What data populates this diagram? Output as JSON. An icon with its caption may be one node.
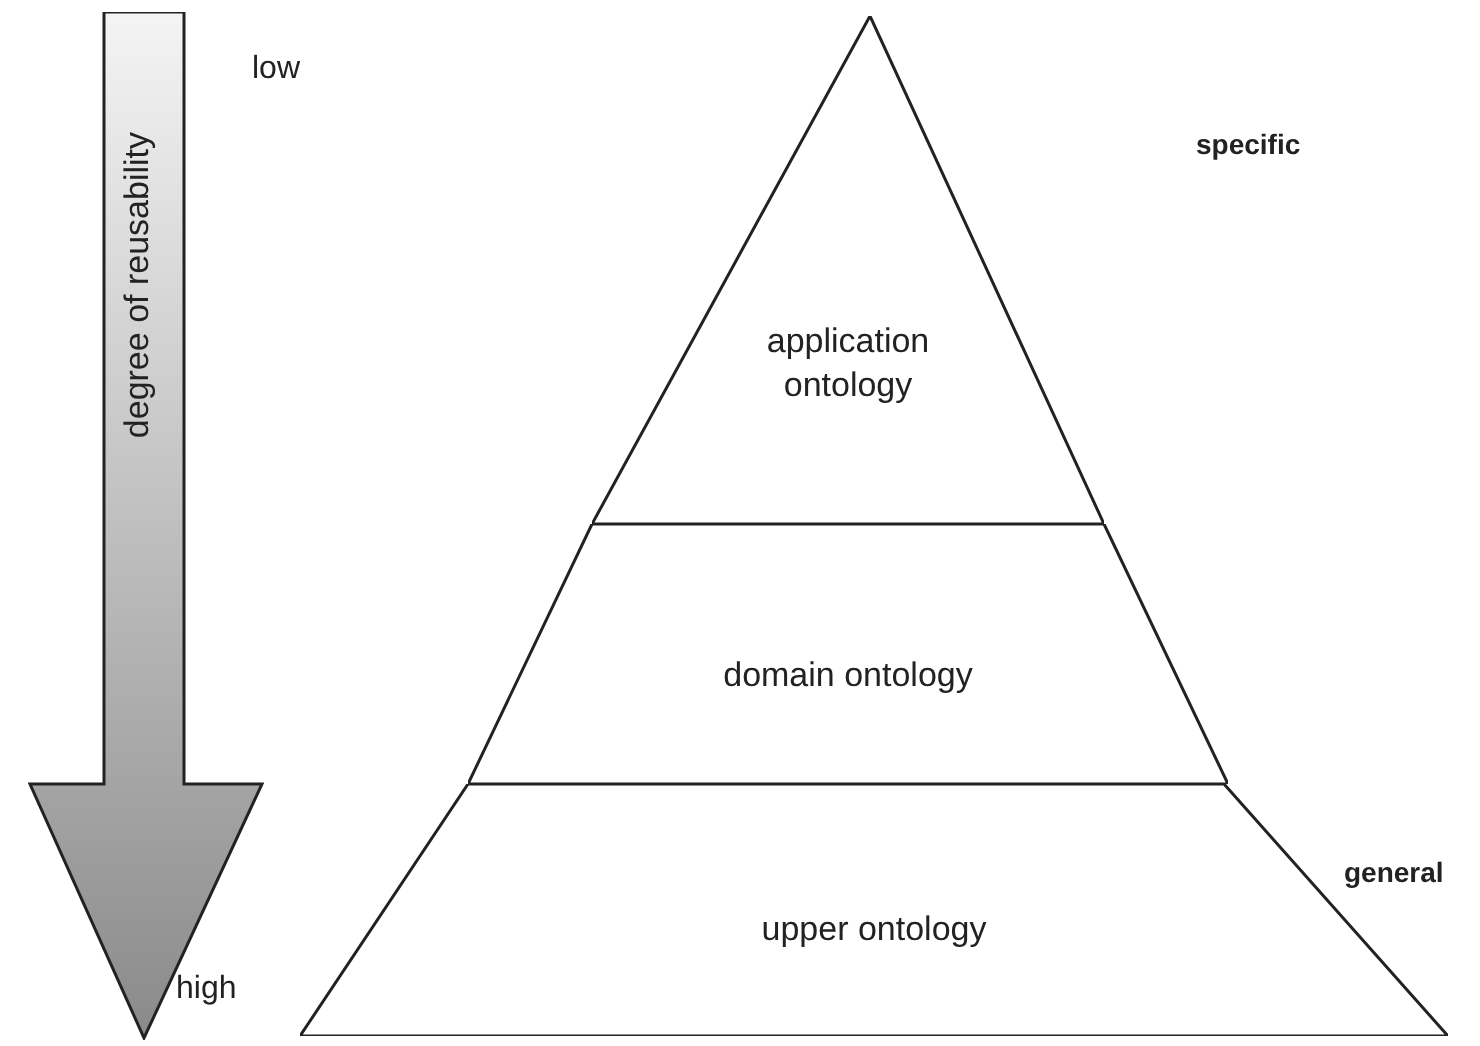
{
  "diagram": {
    "nodes": [
      {
        "text": [
          "application ontology"
        ]
      },
      {
        "text": [
          "domain ontology"
        ]
      },
      {
        "text": [
          "upper ontology"
        ]
      },
      {
        "text": [
          "degree of reusability"
        ]
      }
    ],
    "labels": [
      "low",
      "specific",
      "general",
      "high"
    ]
  }
}
